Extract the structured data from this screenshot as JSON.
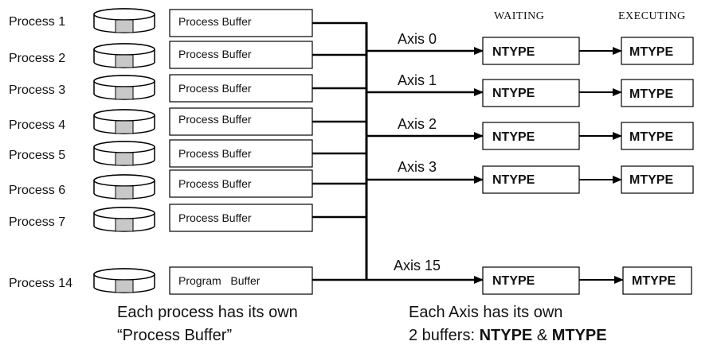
{
  "headers": {
    "waiting": "WAITING",
    "executing": "EXECUTING"
  },
  "processes": [
    {
      "label": "Process 1",
      "buffer": "Process Buffer"
    },
    {
      "label": "Process 2",
      "buffer": "Process Buffer"
    },
    {
      "label": "Process 3",
      "buffer": "Process Buffer"
    },
    {
      "label": "Process 4",
      "buffer": "Process Buffer"
    },
    {
      "label": "Process 5",
      "buffer": "Process Buffer"
    },
    {
      "label": "Process 6",
      "buffer": "Process Buffer"
    },
    {
      "label": "Process 7",
      "buffer": "Process Buffer"
    },
    {
      "label": "Process 14",
      "buffer": "Program   Buffer"
    }
  ],
  "axes": [
    {
      "label": "Axis 0",
      "waiting": "NTYPE",
      "executing": "MTYPE"
    },
    {
      "label": "Axis 1",
      "waiting": "NTYPE",
      "executing": "MTYPE"
    },
    {
      "label": "Axis 2",
      "waiting": "NTYPE",
      "executing": "MTYPE"
    },
    {
      "label": "Axis 3",
      "waiting": "NTYPE",
      "executing": "MTYPE"
    },
    {
      "label": "Axis 15",
      "waiting": "NTYPE",
      "executing": "MTYPE"
    }
  ],
  "captions": {
    "left_line1": "Each process has its own",
    "left_line2": "“Process Buffer”",
    "right_line1": "Each Axis has its own",
    "right_line2_prefix": "2 buffers: ",
    "right_line2_ntype": "NTYPE",
    "right_line2_amp": " & ",
    "right_line2_mtype": "MTYPE"
  }
}
